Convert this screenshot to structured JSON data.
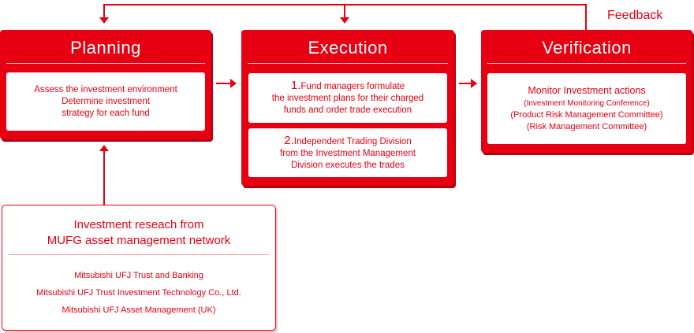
{
  "feedback_label": "Feedback",
  "planning": {
    "title": "Planning",
    "lines": [
      "Assess the investment environment",
      "Determine investment",
      "strategy for each fund"
    ]
  },
  "execution": {
    "title": "Execution",
    "step1": {
      "number": "1.",
      "lines": [
        "Fund managers formulate",
        "the investment plans for their charged",
        "funds and order trade execution"
      ]
    },
    "step2": {
      "number": "2.",
      "lines": [
        "Independent Trading Division",
        "from the Investment Management",
        "Division executes the trades"
      ]
    }
  },
  "verification": {
    "title": "Verification",
    "lines": [
      "Monitor Investment actions",
      "(Investment Monitoring Conference)",
      "(Product Risk Management Committee)",
      "(Risk Management Committee)"
    ]
  },
  "research": {
    "title_lines": [
      "Investment reseach from",
      "MUFG asset management network"
    ],
    "items": [
      "Mitsubishi UFJ Trust and Banking",
      "Mitsubishi UFJ Trust Investment Technology Co., Ltd.",
      "Mitsubishi UFJ Asset Management (UK)"
    ]
  },
  "colors": {
    "accent": "#e60012",
    "background": "#ffffff"
  }
}
